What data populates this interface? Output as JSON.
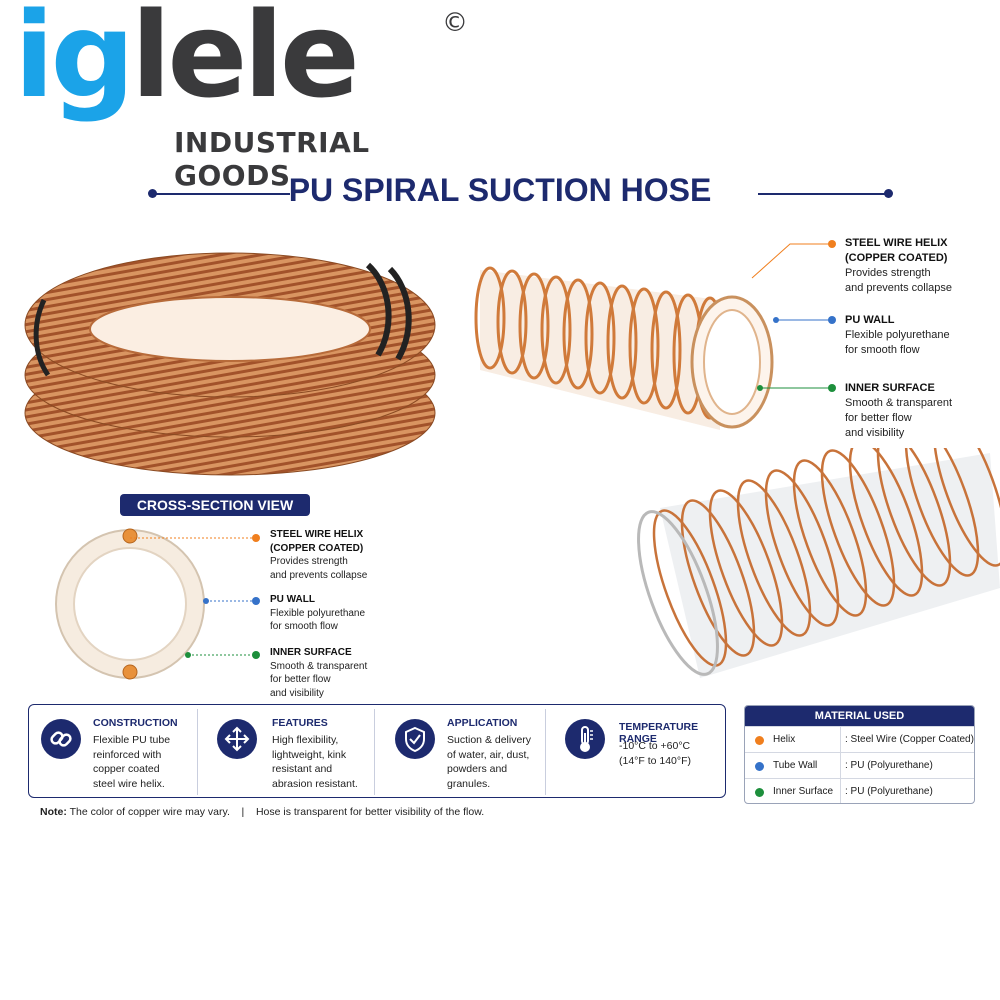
{
  "brand": {
    "logo_text": "iglele",
    "copyright_mark": "©",
    "tagline": "INDUSTRIAL GOODS"
  },
  "title": "PU SPIRAL SUCTION HOSE",
  "callouts_top": [
    {
      "head": "STEEL WIRE HELIX",
      "head2": "(COPPER COATED)",
      "lines": [
        "Provides strength",
        "and prevents collapse"
      ],
      "color": "#f07f1e"
    },
    {
      "head": "PU WALL",
      "head2": "",
      "lines": [
        "Flexible polyurethane",
        "for smooth flow"
      ],
      "color": "#3572c9"
    },
    {
      "head": "INNER SURFACE",
      "head2": "",
      "lines": [
        "Smooth & transparent",
        "for better flow",
        "and visibility"
      ],
      "color": "#1d8f3c"
    }
  ],
  "cross_section": {
    "label": "CROSS-SECTION VIEW",
    "callouts": [
      {
        "head": "STEEL WIRE HELIX",
        "head2": "(COPPER COATED)",
        "lines": [
          "Provides strength",
          "and prevents collapse"
        ]
      },
      {
        "head": "PU WALL",
        "head2": "",
        "lines": [
          "Flexible polyurethane",
          "for smooth flow"
        ]
      },
      {
        "head": "INNER SURFACE",
        "head2": "",
        "lines": [
          "Smooth & transparent",
          "for better flow",
          "and visibility"
        ]
      }
    ]
  },
  "info": [
    {
      "icon": "link-chain-icon",
      "title": "CONSTRUCTION",
      "lines": [
        "Flexible PU tube",
        "reinforced with",
        "copper coated",
        "steel wire helix."
      ]
    },
    {
      "icon": "move-arrows-icon",
      "title": "FEATURES",
      "lines": [
        "High flexibility,",
        "lightweight, kink",
        "resistant and",
        "abrasion resistant."
      ]
    },
    {
      "icon": "shield-check-icon",
      "title": "APPLICATION",
      "lines": [
        "Suction & delivery",
        "of water, air, dust,",
        "powders and",
        "granules."
      ]
    },
    {
      "icon": "thermometer-icon",
      "title": "TEMPERATURE RANGE",
      "lines": [
        "-10°C to +60°C",
        "(14°F to 140°F)"
      ]
    }
  ],
  "materials": {
    "title": "MATERIAL USED",
    "rows": [
      {
        "part": "Helix",
        "value": ": Steel Wire (Copper Coated)",
        "color": "#f07f1e"
      },
      {
        "part": "Tube Wall",
        "value": ": PU (Polyurethane)",
        "color": "#3572c9"
      },
      {
        "part": "Inner Surface",
        "value": ": PU (Polyurethane)",
        "color": "#1d8f3c"
      }
    ]
  },
  "note": {
    "label": "Note:",
    "text1": "The color of copper wire may vary.",
    "separator": "|",
    "text2": "Hose is transparent for better visibility of the flow."
  },
  "colors": {
    "navy": "#1d2a6e",
    "logo_blue": "#1ba3e8",
    "logo_gray": "#3a3a3c",
    "copper": "#c96a2b"
  }
}
